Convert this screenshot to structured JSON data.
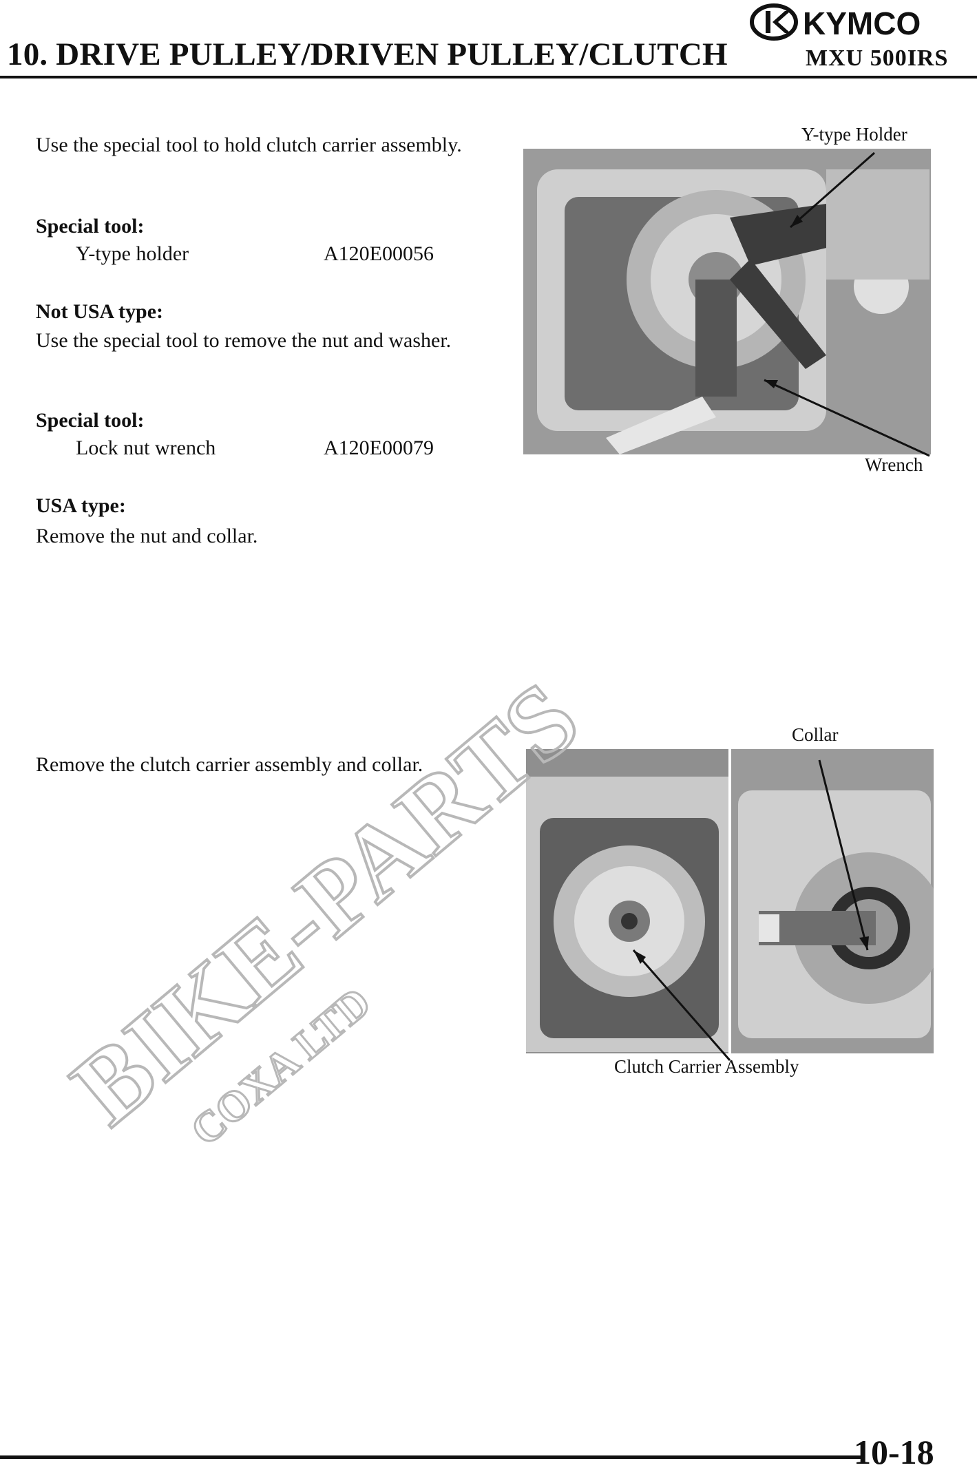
{
  "header": {
    "section_title": "10. DRIVE PULLEY/DRIVEN PULLEY/CLUTCH",
    "model": "MXU 500IRS",
    "brand": "KYMCO"
  },
  "step1": {
    "instruction": "Use the special tool to hold clutch carrier assembly.",
    "special_tool_heading": "Special tool:",
    "tool_name": "Y-type holder",
    "tool_code": "A120E00056"
  },
  "step2": {
    "heading": "Not USA type:",
    "instruction": "Use the special tool to remove the nut and washer.",
    "special_tool_heading": "Special tool:",
    "tool_name": "Lock nut wrench",
    "tool_code": "A120E00079"
  },
  "step3": {
    "heading": "USA type:",
    "instruction": "Remove the nut and collar."
  },
  "step4": {
    "instruction": "Remove the clutch carrier assembly and collar."
  },
  "figure1": {
    "label_top": "Y-type Holder",
    "label_bottom": "Wrench"
  },
  "figure2": {
    "label_top": "Collar",
    "label_bottom": "Clutch Carrier Assembly"
  },
  "watermark": {
    "main": "BIKE-PARTS",
    "sub": "COXA LTD"
  },
  "footer": {
    "page_number": "10-18"
  }
}
